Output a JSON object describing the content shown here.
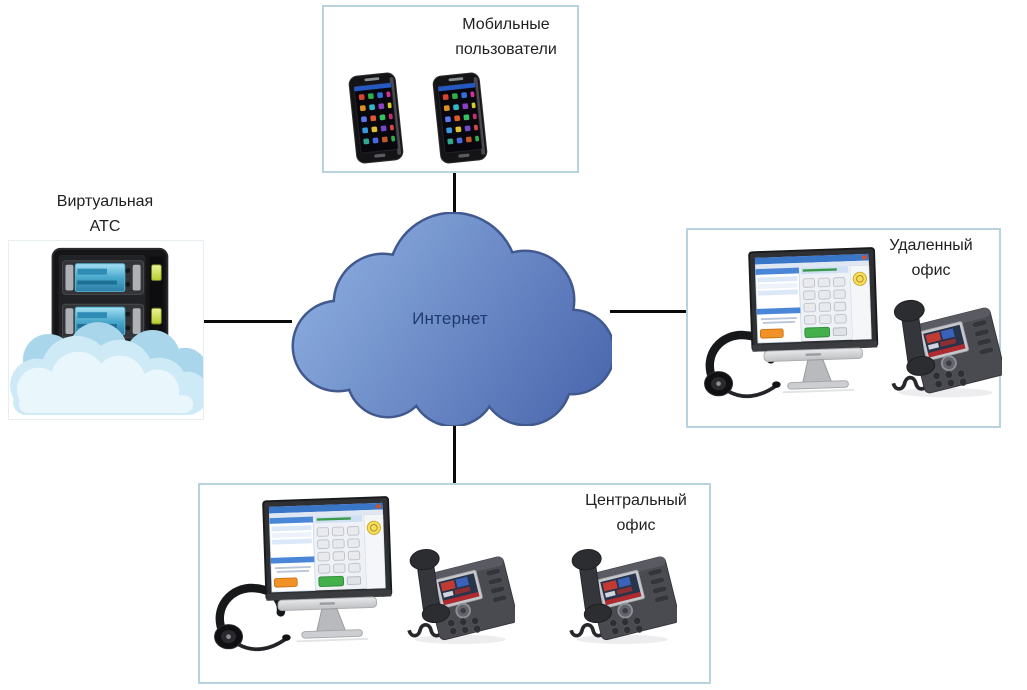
{
  "diagram": {
    "internet": {
      "label": "Интернет"
    },
    "nodes": {
      "mobile_users": {
        "label": "Мобильные пользователи",
        "devices": [
          "smartphone",
          "smartphone"
        ]
      },
      "virtual_pbx": {
        "label": "Виртуальная АТС",
        "devices": [
          "server-in-cloud"
        ]
      },
      "remote_office": {
        "label": "Удаленный офис",
        "devices": [
          "headset",
          "softphone-monitor",
          "ip-phone"
        ]
      },
      "central_office": {
        "label": "Центральный офис",
        "devices": [
          "headset",
          "softphone-monitor",
          "ip-phone",
          "ip-phone"
        ]
      }
    },
    "connections": [
      {
        "from": "internet",
        "to": "mobile_users"
      },
      {
        "from": "internet",
        "to": "virtual_pbx"
      },
      {
        "from": "internet",
        "to": "remote_office"
      },
      {
        "from": "internet",
        "to": "central_office"
      }
    ],
    "icons": {
      "smartphone": "smartphone-icon",
      "server_in_cloud": "server-in-cloud-icon",
      "softphone_monitor": "softphone-monitor-icon",
      "headset": "headset-icon",
      "ip_phone": "ip-phone-icon",
      "internet_cloud": "internet-cloud-shape"
    },
    "colors": {
      "background": "#ffffff",
      "box_border": "#b9d3de",
      "cloud_gradient_start": "#93b5e4",
      "cloud_gradient_end": "#4763ab",
      "cloud_stroke": "#41598f",
      "internet_text": "#203a70",
      "label_text": "#1f1f1f",
      "connector_line": "#0a0a0a"
    }
  }
}
